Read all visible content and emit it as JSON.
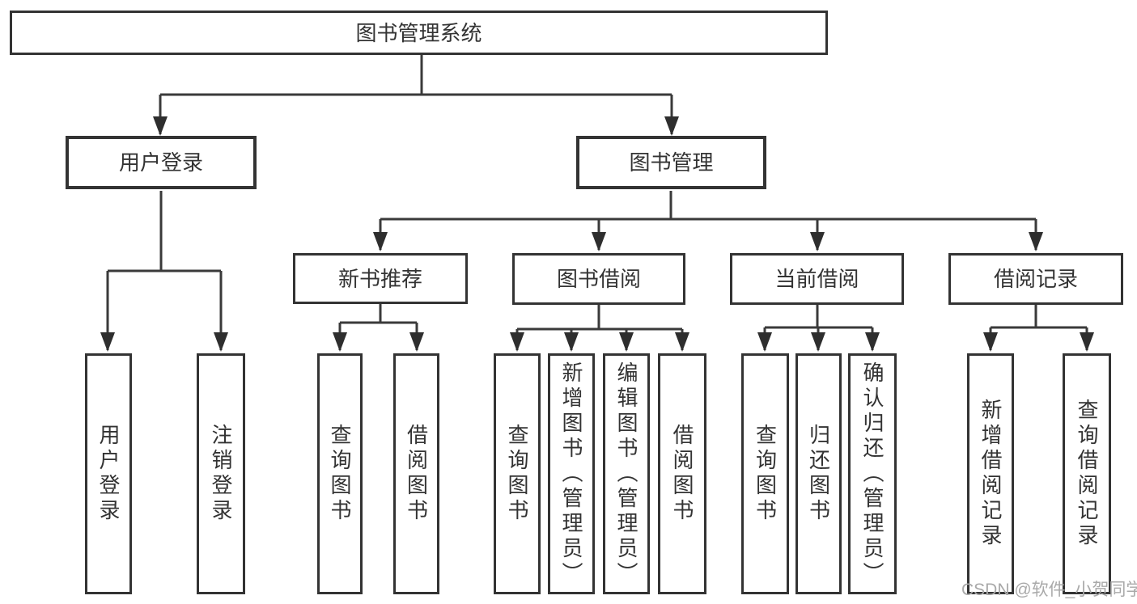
{
  "diagram_title": "图书管理系统",
  "colors": {
    "line": "#3a3a3a",
    "box_border": "#333333",
    "text": "#333333",
    "watermark": "#a9a9a9",
    "background": "#ffffff"
  },
  "tree": {
    "root": "图书管理系统",
    "children": [
      {
        "label": "用户登录",
        "children": [
          "用户登录",
          "注销登录"
        ]
      },
      {
        "label": "图书管理",
        "children": [
          {
            "label": "新书推荐",
            "children": [
              "查询图书",
              "借阅图书"
            ]
          },
          {
            "label": "图书借阅",
            "children": [
              "查询图书",
              "新增图书（管理员）",
              "编辑图书（管理员）",
              "借阅图书"
            ]
          },
          {
            "label": "当前借阅",
            "children": [
              "查询图书",
              "归还图书",
              "确认归还（管理员）"
            ]
          },
          {
            "label": "借阅记录",
            "children": [
              "新增借阅记录",
              "查询借阅记录"
            ]
          }
        ]
      }
    ]
  },
  "watermark": {
    "text": "CSDN @软件_小贺同学"
  }
}
